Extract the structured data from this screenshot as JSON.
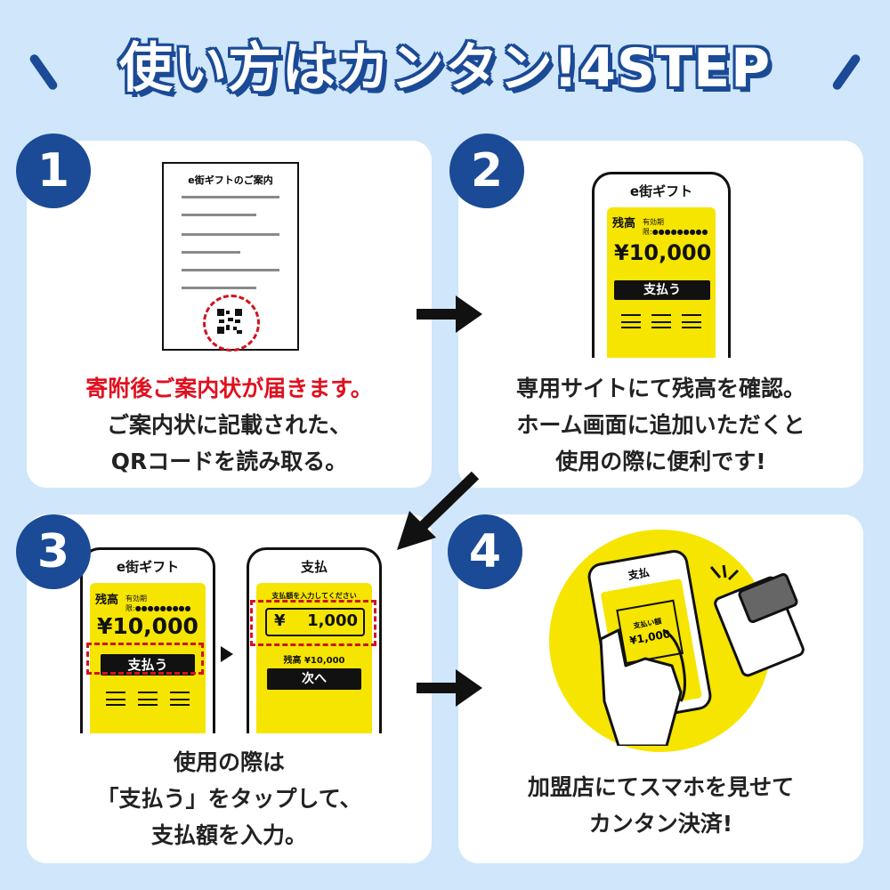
{
  "title": "使い方はカンタン!4STEP",
  "steps": [
    {
      "number": "1",
      "doc_title": "e街ギフトのご案内",
      "caption_highlight": "寄附後ご案内状が届きます。",
      "caption_lines": [
        "ご案内状に記載された、",
        "QRコードを読み取る。"
      ]
    },
    {
      "number": "2",
      "phone_title": "e街ギフト",
      "balance_label": "残高",
      "expiry": "有効期限:●●●●●●●●●",
      "amount": "¥10,000",
      "pay_button": "支払う",
      "caption_lines": [
        "専用サイトにて残高を確認。",
        "ホーム画面に追加いただくと",
        "使用の際に便利です!"
      ]
    },
    {
      "number": "3",
      "phone1_title": "e街ギフト",
      "balance_label": "残高",
      "expiry": "有効期限:●●●●●●●●●",
      "amount": "¥10,000",
      "pay_button": "支払う",
      "phone2_title": "支払",
      "input_prompt": "支払額を入力してください",
      "input_currency": "¥",
      "input_value": "1,000",
      "balance_line": "残高 ¥10,000",
      "next_button": "次へ",
      "caption_lines": [
        "使用の際は",
        "「支払う」をタップして、",
        "支払額を入力。"
      ]
    },
    {
      "number": "4",
      "phone_title": "支払",
      "screen_label": "支払い額",
      "screen_amount": "¥1,000",
      "caption_lines": [
        "加盟店にてスマホを見せて",
        "カンタン決済!"
      ]
    }
  ],
  "colors": {
    "background": "#cfe6fb",
    "navy": "#1b4a96",
    "yellow": "#f6e500",
    "red": "#e0101e"
  }
}
